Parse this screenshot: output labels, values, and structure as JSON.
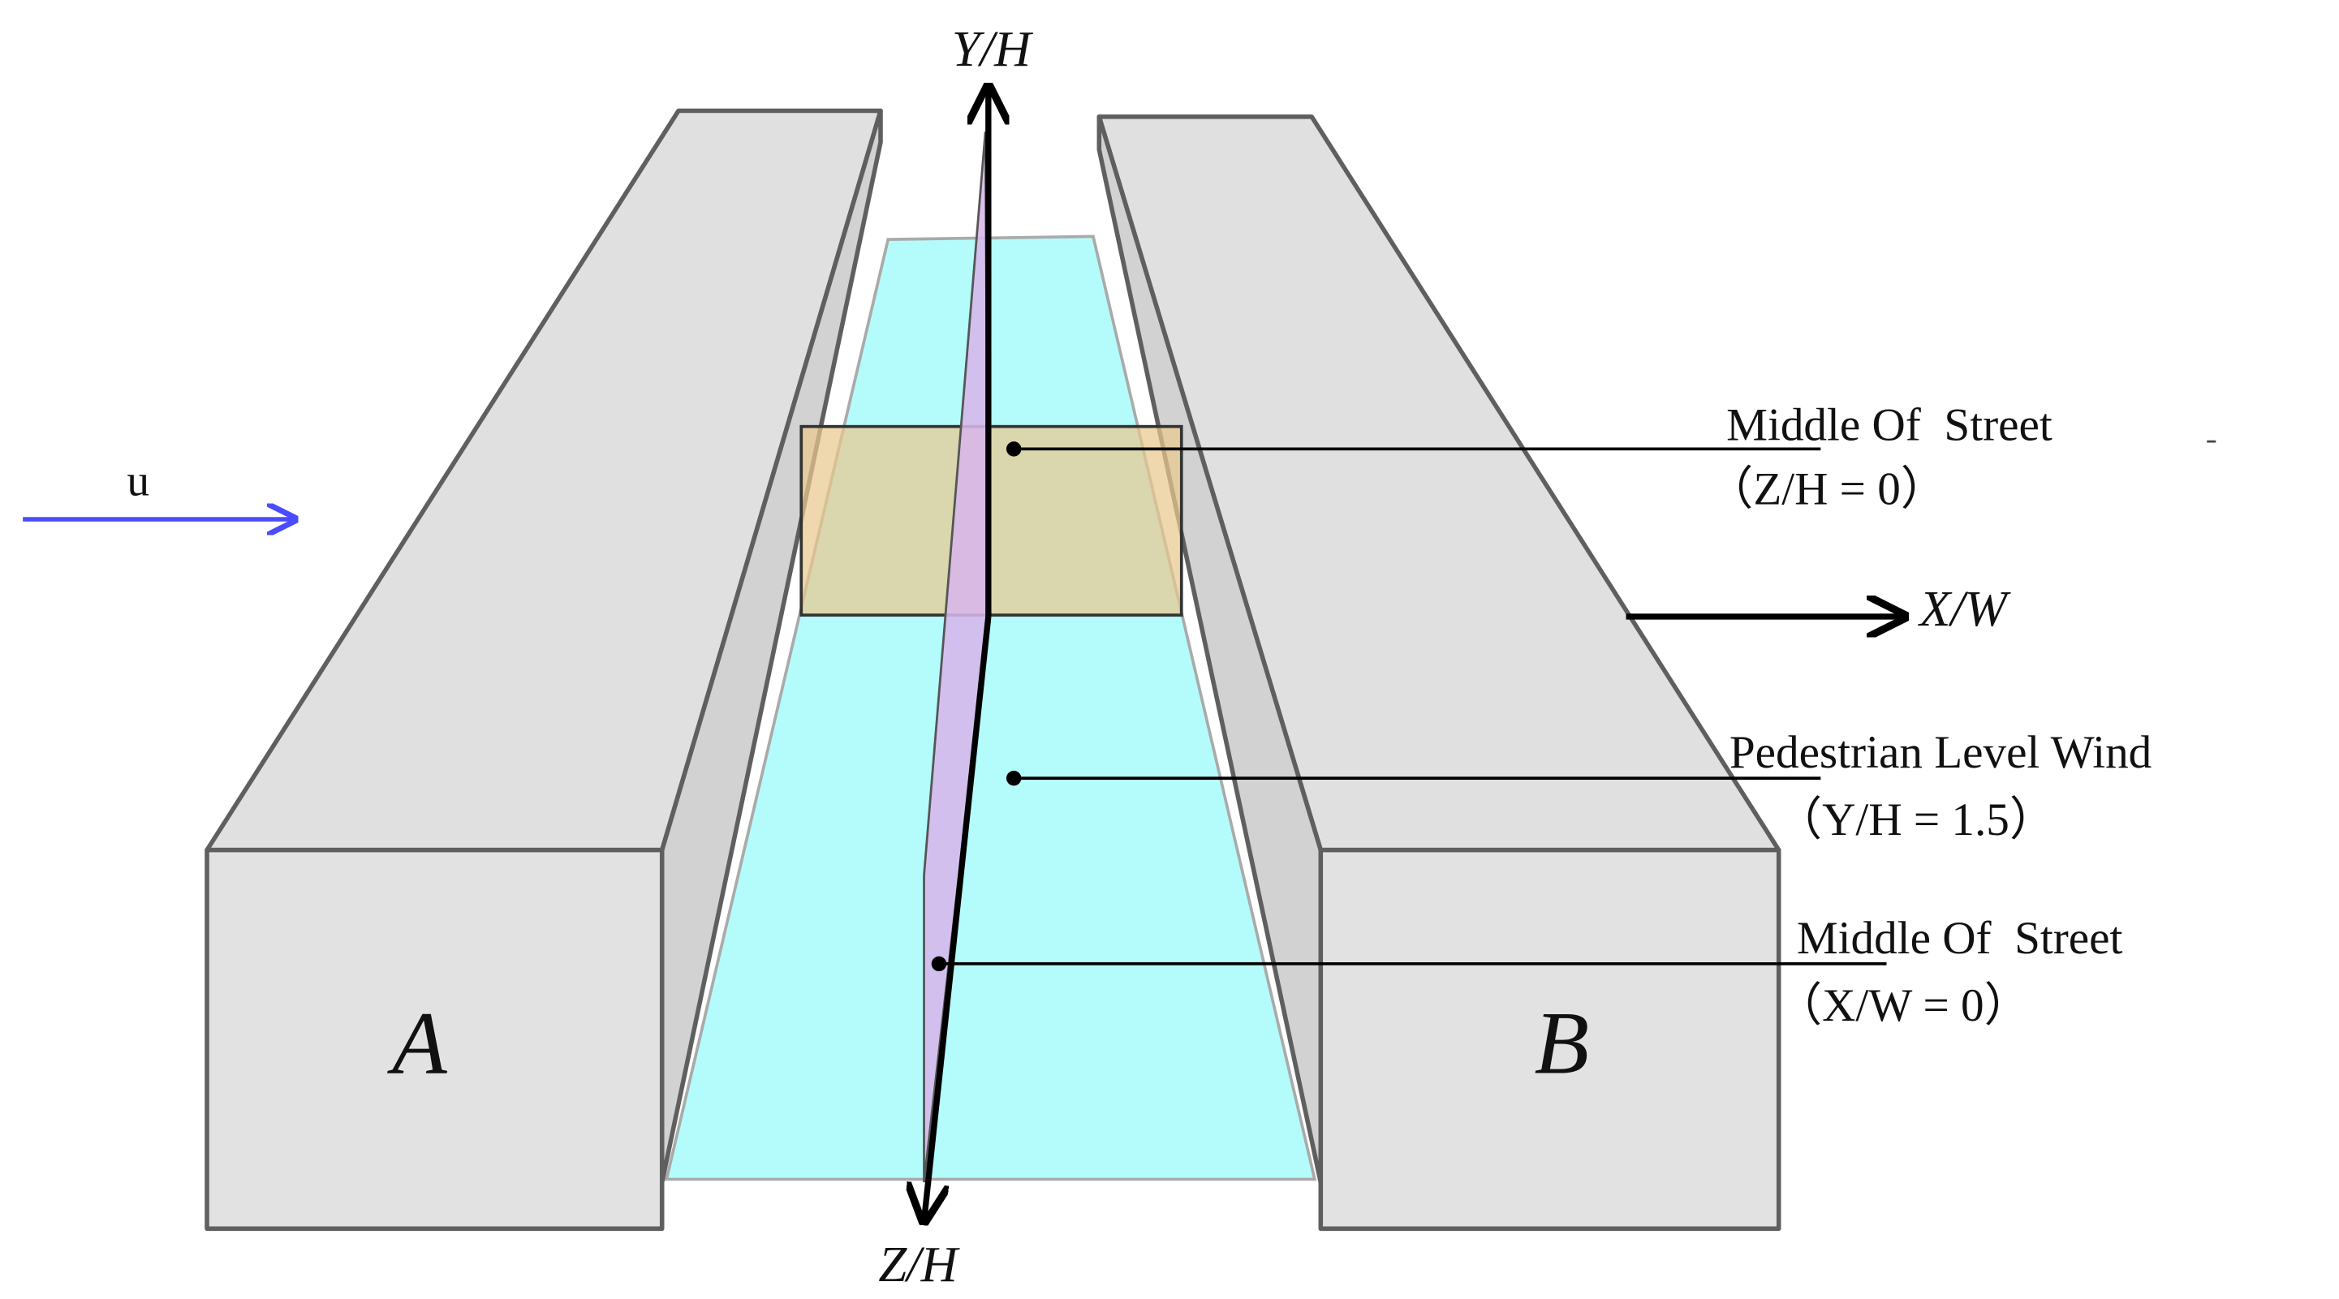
{
  "figure": {
    "wind_label": "u",
    "axes": {
      "y": "Y/H",
      "x": "X/W",
      "z": "Z/H"
    },
    "buildings": {
      "left": "A",
      "right": "B"
    },
    "annotations": [
      {
        "title": "Middle Of  Street",
        "subtitle": "（Z/H = 0）"
      },
      {
        "title": "Pedestrian Level Wind",
        "subtitle": "（Y/H = 1.5）"
      },
      {
        "title": "Middle Of  Street",
        "subtitle": "（X/W = 0）"
      }
    ],
    "colors": {
      "building_face": "#e2e2e2",
      "building_edge": "#5f5f5f",
      "street_plane": "#b4fcfc",
      "cross_section_plane": "#e9c88f",
      "vertical_plane": "#d7b6ea",
      "wind_arrow": "#4a4cff",
      "axis": "#000000"
    }
  }
}
